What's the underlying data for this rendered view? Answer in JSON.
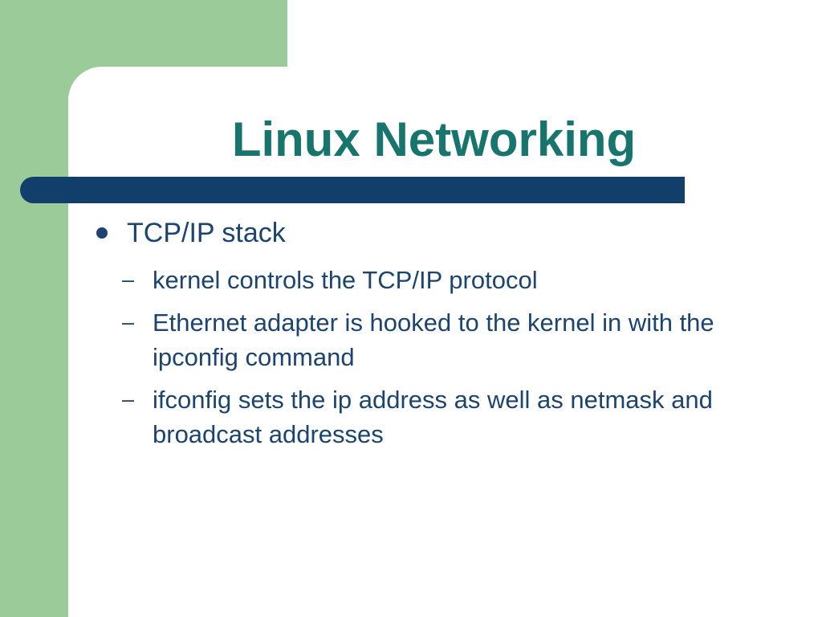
{
  "slide": {
    "title": "Linux Networking",
    "bullets": [
      {
        "text": "TCP/IP stack",
        "sub": [
          "kernel controls the TCP/IP protocol",
          "Ethernet adapter is hooked to the kernel in with the ipconfig command",
          "ifconfig sets the ip address as well as netmask and broadcast addresses"
        ]
      }
    ]
  },
  "glyphs": {
    "dash": "–",
    "bullet": "filled-circle"
  },
  "colors": {
    "background_green": "#9bcb98",
    "panel_white": "#ffffff",
    "title_teal": "#17756e",
    "bar_navy": "#123e6b",
    "body_navy": "#1b4470"
  }
}
